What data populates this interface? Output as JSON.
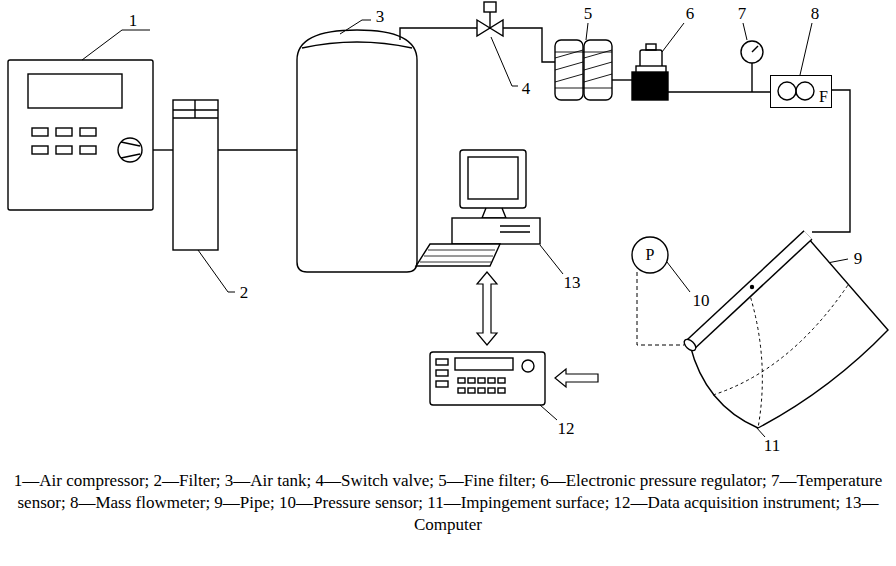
{
  "diagram": {
    "caption": "1—Air compressor; 2—Filter; 3—Air tank; 4—Switch valve; 5—Fine filter; 6—Electronic pressure regulator; 7—Temperature sensor; 8—Mass flowmeter; 9—Pipe; 10—Pressure sensor; 11—Impingement surface; 12—Data acquisition instrument; 13—Computer",
    "nodes": [
      {
        "text": [
          "F"
        ]
      },
      {
        "text": [
          "P"
        ]
      }
    ],
    "labels": [
      "1",
      "2",
      "3",
      "4",
      "5",
      "6",
      "7",
      "8",
      "9",
      "10",
      "11",
      "12",
      "13"
    ]
  }
}
